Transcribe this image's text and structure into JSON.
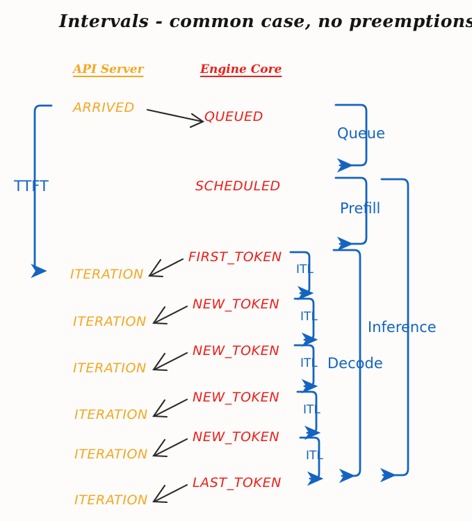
{
  "diagram": {
    "title": "Intervals - common case, no preemptions",
    "background_color": "#fdfcfa",
    "colors": {
      "api_server": "#F5A623",
      "engine_core": "#EE1C18",
      "interval_blue": "#1464C0",
      "arrow_black": "#2a2a2a",
      "title_black": "#151515"
    },
    "columns": [
      {
        "name": "api-server",
        "label": "API Server",
        "color": "#F5A623"
      },
      {
        "name": "engine-core",
        "label": "Engine Core",
        "color": "#EE1C18"
      }
    ],
    "api_states": [
      {
        "label": "ARRIVED"
      },
      {
        "label": "ITERATION"
      },
      {
        "label": "ITERATION"
      },
      {
        "label": "ITERATION"
      },
      {
        "label": "ITERATION"
      },
      {
        "label": "ITERATION"
      },
      {
        "label": "ITERATION"
      }
    ],
    "engine_states": [
      {
        "label": "QUEUED"
      },
      {
        "label": "SCHEDULED"
      },
      {
        "label": "FIRST_TOKEN"
      },
      {
        "label": "NEW_TOKEN"
      },
      {
        "label": "NEW_TOKEN"
      },
      {
        "label": "NEW_TOKEN"
      },
      {
        "label": "NEW_TOKEN"
      },
      {
        "label": "LAST_TOKEN"
      }
    ],
    "intervals": [
      {
        "name": "ttft",
        "label": "TTFT"
      },
      {
        "name": "queue",
        "label": "Queue"
      },
      {
        "name": "prefill",
        "label": "Prefill"
      },
      {
        "name": "decode",
        "label": "Decode"
      },
      {
        "name": "inference",
        "label": "Inference"
      },
      {
        "name": "itl-1",
        "label": "ITL"
      },
      {
        "name": "itl-2",
        "label": "ITL"
      },
      {
        "name": "itl-3",
        "label": "ITL"
      },
      {
        "name": "itl-4",
        "label": "ITL"
      },
      {
        "name": "itl-5",
        "label": "ITL"
      }
    ]
  }
}
